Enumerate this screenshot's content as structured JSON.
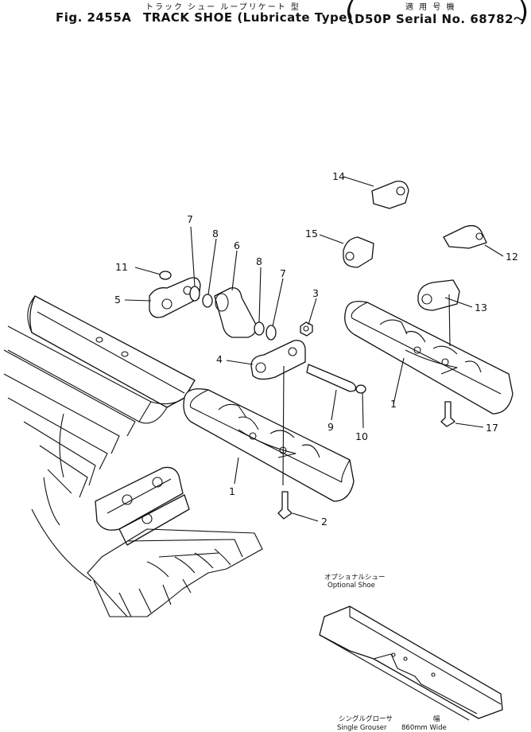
{
  "header": {
    "jp_title": "トラック シュー ループリケート 型",
    "fig_number": "Fig. 2455A",
    "title": "TRACK SHOE (Lubricate Type)",
    "jp_applicable": "適 用 号 機",
    "serial": "D50P Serial No. 68782～"
  },
  "callouts": [
    "1",
    "1",
    "2",
    "3",
    "4",
    "5",
    "6",
    "7",
    "7",
    "8",
    "8",
    "9",
    "10",
    "11",
    "12",
    "13",
    "14",
    "15",
    "17"
  ],
  "optional": {
    "jp_label": "オプショナルシュー",
    "label": "Optional Shoe",
    "jp_single": "シングルグローサ",
    "single": "Single Grouser",
    "jp_width": "幅",
    "width": "860mm Wide"
  }
}
